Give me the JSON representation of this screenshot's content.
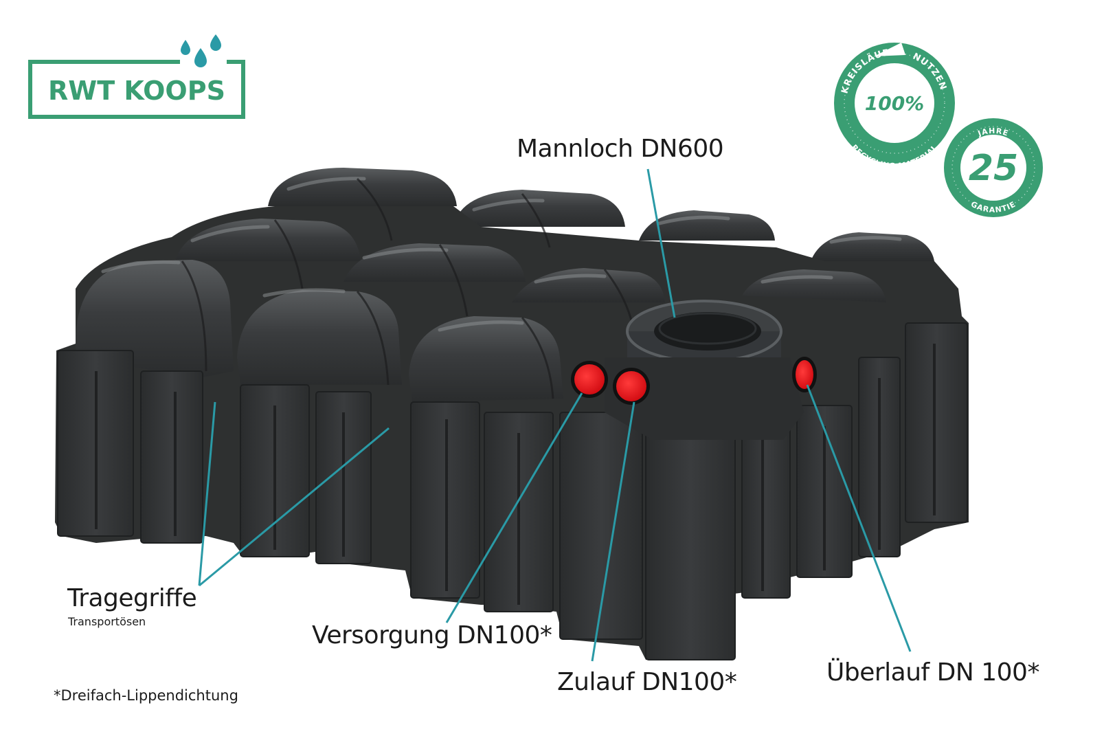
{
  "brand": {
    "name": "RWT KOOPS",
    "accent_color": "#3a9e73",
    "drop_color": "#2a9aa6"
  },
  "badges": {
    "recycling": {
      "arc_top_left": "KREISLÄUFE",
      "arc_top_right": "NUTZEN",
      "center": "100%",
      "arc_bottom": "RECYCLING-MATERIAL"
    },
    "warranty": {
      "arc_top": "JAHRE",
      "center": "25",
      "arc_bottom": "GARANTIE"
    }
  },
  "callouts": {
    "manhole": "Mannloch DN600",
    "handles": "Tragegriffe",
    "handles_sub": "Transportösen",
    "supply": "Versorgung DN100*",
    "inlet": "Zulauf DN100*",
    "overflow": "Überlauf DN 100*"
  },
  "footnote": "*Dreifach-Lippendichtung",
  "colors": {
    "port_red": "#e8141c",
    "leader_line": "#2a9aa6",
    "tank_dark": "#2e3030"
  }
}
